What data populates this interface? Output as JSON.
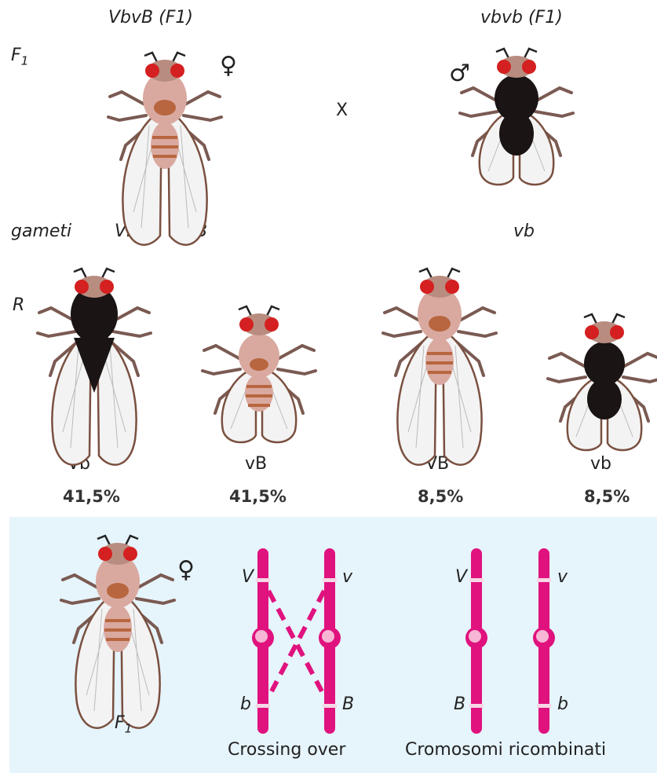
{
  "header": {
    "f1_female_genotype": "VbvB",
    "f1_female_generation": "F1",
    "f1_male_genotype": "vbvb",
    "f1_male_generation": "F1",
    "row_label_f1": "F",
    "row_label_f1_sub": "1",
    "cross_symbol": "X",
    "female_symbol": "♀",
    "male_symbol": "♂"
  },
  "gametes": {
    "label": "gameti",
    "female": [
      "Vb",
      "vB"
    ],
    "male": [
      "vb"
    ]
  },
  "results": {
    "row_label": "R",
    "classes": [
      {
        "name": "Vb",
        "percent": "41,5%"
      },
      {
        "name": "vB",
        "percent": "41,5%"
      },
      {
        "name": "VB",
        "percent": "8,5%"
      },
      {
        "name": "vb",
        "percent": "8,5%"
      }
    ]
  },
  "panel": {
    "fly_label": "F",
    "fly_label_sub": "1",
    "female_symbol": "♀",
    "crossing_caption": "Crossing over",
    "recombined_caption": "Cromosomi ricombinati",
    "crossing_labels": {
      "left_top": "V",
      "right_top": "v",
      "left_bottom": "b",
      "right_bottom": "B"
    },
    "recombined_labels": {
      "left_top": "V",
      "right_top": "v",
      "left_bottom": "B",
      "right_bottom": "b"
    }
  },
  "colors": {
    "chromosome": "#e0127e",
    "panel_bg": "#e6f4fb",
    "fly_body_grey": "#d9a9a0",
    "fly_body_black": "#1a1414",
    "fly_eye": "#d42020",
    "fly_thorax_brown": "#b8663f"
  }
}
